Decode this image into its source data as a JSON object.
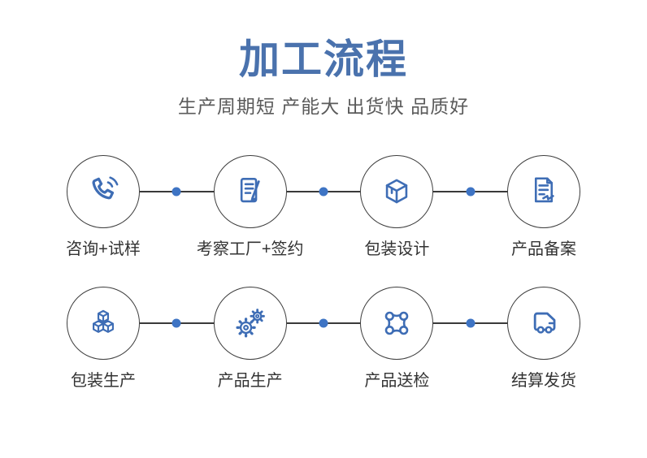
{
  "header": {
    "title": "加工流程",
    "subtitle": "生产周期短 产能大 出货快 品质好"
  },
  "colors": {
    "title_blue": "#4a72ad",
    "subtitle_gray": "#5b5b5b",
    "icon_blue": "#3e6db5",
    "dot_blue": "#3e74c4",
    "line_dark": "#3a3a3a",
    "circle_border": "#3d3d3d",
    "label_dark": "#333333"
  },
  "rows": [
    {
      "steps": [
        {
          "label": "咨询+试样",
          "icon": "phone-icon"
        },
        {
          "label": "考察工厂+签约",
          "icon": "contract-sign-icon"
        },
        {
          "label": "包装设计",
          "icon": "package-box-icon"
        },
        {
          "label": "产品备案",
          "icon": "document-record-icon"
        }
      ]
    },
    {
      "steps": [
        {
          "label": "包装生产",
          "icon": "cubes-icon"
        },
        {
          "label": "产品生产",
          "icon": "gears-icon"
        },
        {
          "label": "产品送检",
          "icon": "inspection-network-icon"
        },
        {
          "label": "结算发货",
          "icon": "truck-icon"
        }
      ]
    }
  ]
}
